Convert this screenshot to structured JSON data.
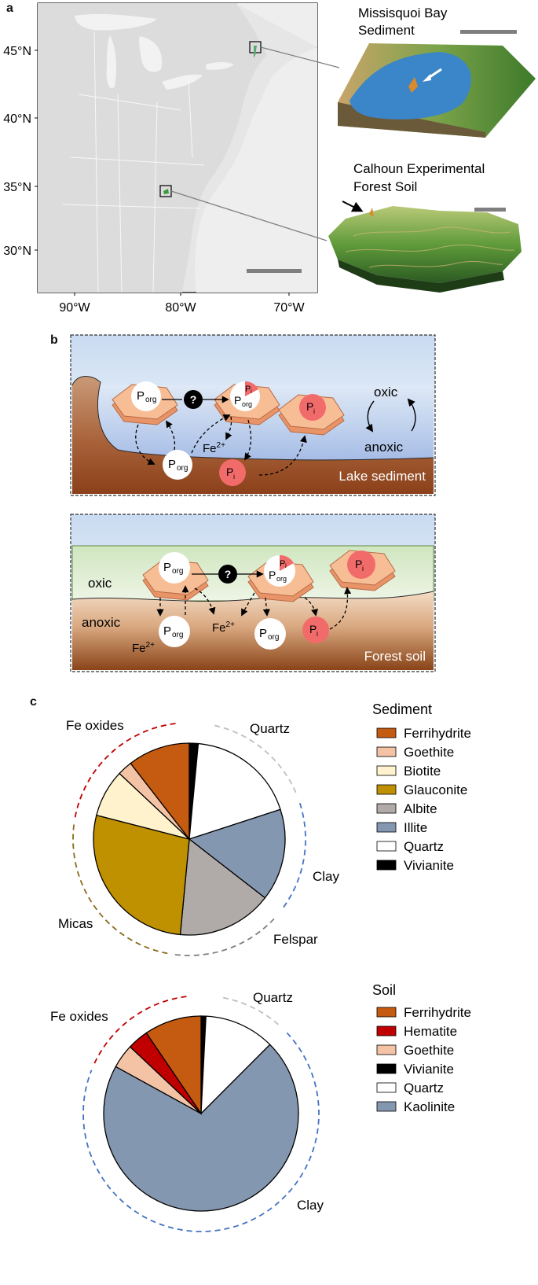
{
  "panels": {
    "a": {
      "letter": "a"
    },
    "b": {
      "letter": "b"
    },
    "c": {
      "letter": "c"
    }
  },
  "map": {
    "y_ticks": [
      "45°N",
      "40°N",
      "35°N",
      "30°N"
    ],
    "x_ticks": [
      "90°W",
      "80°W",
      "70°W"
    ],
    "site1_title_line1": "Missisquoi Bay",
    "site1_title_line2": "Sediment",
    "site2_title_line1": "Calhoun Experimental",
    "site2_title_line2": "Forest Soil"
  },
  "schematic": {
    "lake": {
      "label": "Lake sediment",
      "oxic": "oxic",
      "anoxic": "anoxic",
      "question": "?",
      "fe": "Fe",
      "fe_sup": "2+",
      "porg_main": "P",
      "porg_sub": "org",
      "pi_main": "P",
      "pi_sub": "i"
    },
    "soil": {
      "label": "Forest soil",
      "oxic": "oxic",
      "anoxic": "anoxic",
      "question": "?",
      "fe": "Fe",
      "fe_sup": "2+"
    }
  },
  "colors": {
    "Ferrihydrite": "#c55a11",
    "Goethite": "#f4c3a6",
    "Biotite": "#fff2cc",
    "Glauconite": "#bf9000",
    "Albite": "#b0aaa8",
    "Illite": "#8497b0",
    "Quartz": "#ffffff",
    "Vivianite": "#000000",
    "Hematite": "#c00000",
    "Kaolinite": "#8497b0",
    "fe_arc": "#c00000",
    "quartz_arc": "#bfbfbf",
    "clay_arc": "#4472c4",
    "mica_arc": "#8a6a1a",
    "felspar_arc": "#7f7f7f"
  },
  "chart_data": [
    {
      "type": "pie",
      "title": "",
      "legend_title": "Sediment",
      "series": [
        {
          "name": "Vivianite",
          "value": 1.5
        },
        {
          "name": "Quartz",
          "value": 18.5
        },
        {
          "name": "Illite",
          "value": 15.5
        },
        {
          "name": "Albite",
          "value": 16
        },
        {
          "name": "Glauconite",
          "value": 27.5
        },
        {
          "name": "Biotite",
          "value": 8
        },
        {
          "name": "Goethite",
          "value": 2.5
        },
        {
          "name": "Ferrihydrite",
          "value": 10.5
        }
      ],
      "legend_order": [
        "Ferrihydrite",
        "Goethite",
        "Biotite",
        "Glauconite",
        "Albite",
        "Illite",
        "Quartz",
        "Vivianite"
      ],
      "group_labels": [
        "Fe oxides",
        "Quartz",
        "Clay",
        "Felspar",
        "Micas"
      ],
      "legend_position": "right"
    },
    {
      "type": "pie",
      "title": "",
      "legend_title": "Soil",
      "series": [
        {
          "name": "Vivianite",
          "value": 0.8
        },
        {
          "name": "Quartz",
          "value": 11.7
        },
        {
          "name": "Kaolinite",
          "value": 70.5
        },
        {
          "name": "Goethite",
          "value": 4
        },
        {
          "name": "Hematite",
          "value": 3.5
        },
        {
          "name": "Ferrihydrite",
          "value": 9.5
        }
      ],
      "legend_order": [
        "Ferrihydrite",
        "Hematite",
        "Goethite",
        "Vivianite",
        "Quartz",
        "Kaolinite"
      ],
      "group_labels": [
        "Fe oxides",
        "Quartz",
        "Clay"
      ],
      "legend_position": "right"
    }
  ]
}
